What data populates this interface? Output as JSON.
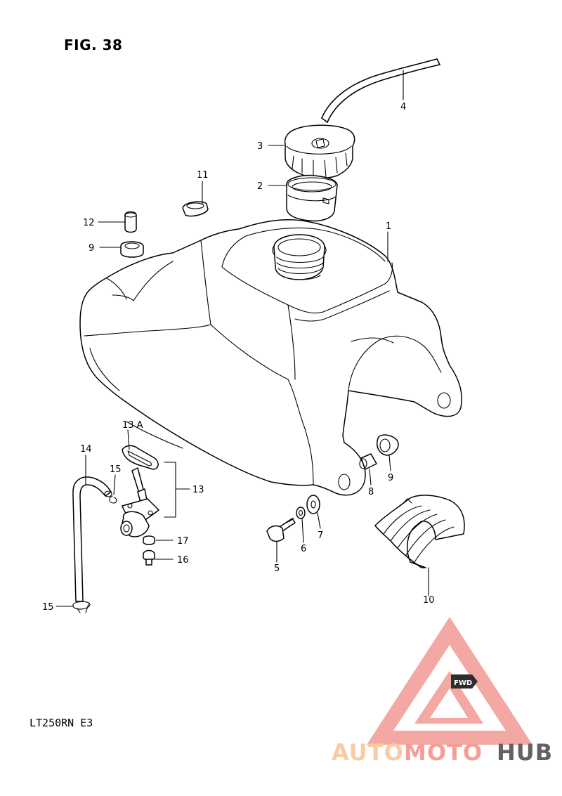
{
  "figure": {
    "title": "FIG. 38",
    "model": "LT250RN  E3"
  },
  "callouts": [
    {
      "id": "1",
      "label": "1"
    },
    {
      "id": "2",
      "label": "2"
    },
    {
      "id": "3",
      "label": "3"
    },
    {
      "id": "4",
      "label": "4"
    },
    {
      "id": "5",
      "label": "5"
    },
    {
      "id": "6",
      "label": "6"
    },
    {
      "id": "7",
      "label": "7"
    },
    {
      "id": "8",
      "label": "8"
    },
    {
      "id": "9a",
      "label": "9"
    },
    {
      "id": "9b",
      "label": "9"
    },
    {
      "id": "10",
      "label": "10"
    },
    {
      "id": "11",
      "label": "11"
    },
    {
      "id": "12",
      "label": "12"
    },
    {
      "id": "13",
      "label": "13"
    },
    {
      "id": "13a",
      "label": "13 A"
    },
    {
      "id": "14",
      "label": "14"
    },
    {
      "id": "15a",
      "label": "15"
    },
    {
      "id": "15b",
      "label": "15"
    },
    {
      "id": "16",
      "label": "16"
    },
    {
      "id": "17",
      "label": "17"
    }
  ],
  "watermark": {
    "part1": "AUTO",
    "part2": "MOTO",
    "part3": "HUB",
    "badge": "FWD",
    "colors": {
      "light": "#f8c9a0",
      "mid": "#f39a8f",
      "dark": "#5a5a5a",
      "triangle": "#f29a94"
    }
  }
}
